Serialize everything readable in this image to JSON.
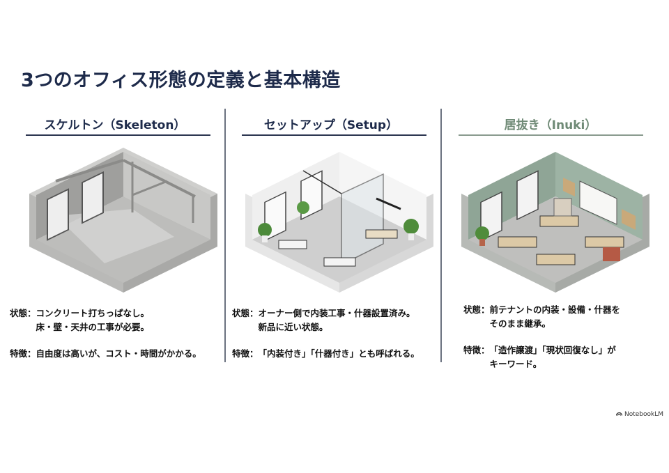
{
  "slide": {
    "title": "3つのオフィス形態の定義と基本構造"
  },
  "columns": [
    {
      "heading": "スケルトン（Skeleton）",
      "heading_color": "#1d2a4a",
      "rule_color": "#2b3550",
      "image_alt": "Empty concrete room isometric illustration",
      "status_label": "状態：",
      "status_lines": [
        "コンクリート打ちっぱなし。",
        "床・壁・天井の工事が必要。"
      ],
      "feature_label": "特徴：",
      "feature_lines": [
        "自由度は高いが、コスト・時間がかかる。"
      ]
    },
    {
      "heading": "セットアップ（Setup）",
      "heading_color": "#1d2a4a",
      "rule_color": "#2b3550",
      "image_alt": "Furnished new office with glass partitions isometric illustration",
      "status_label": "状態：",
      "status_lines": [
        "オーナー側で内装工事・什器設置済み。",
        "新品に近い状態。"
      ],
      "feature_label": "特徴：",
      "feature_lines": [
        "「内装付き」「什器付き」とも呼ばれる。"
      ]
    },
    {
      "heading": "居抜き（Inuki）",
      "heading_color": "#6f8a76",
      "rule_color": "#8a9b8f",
      "image_alt": "Used office with previous tenant furniture isometric illustration",
      "status_label": "状態：",
      "status_lines": [
        "前テナントの内装・設備・什器を",
        "そのまま継承。"
      ],
      "feature_label": "特徴：",
      "feature_lines": [
        "「造作譲渡」「現状回復なし」が",
        "キーワード。"
      ]
    }
  ],
  "branding": {
    "label": "NotebookLM"
  }
}
